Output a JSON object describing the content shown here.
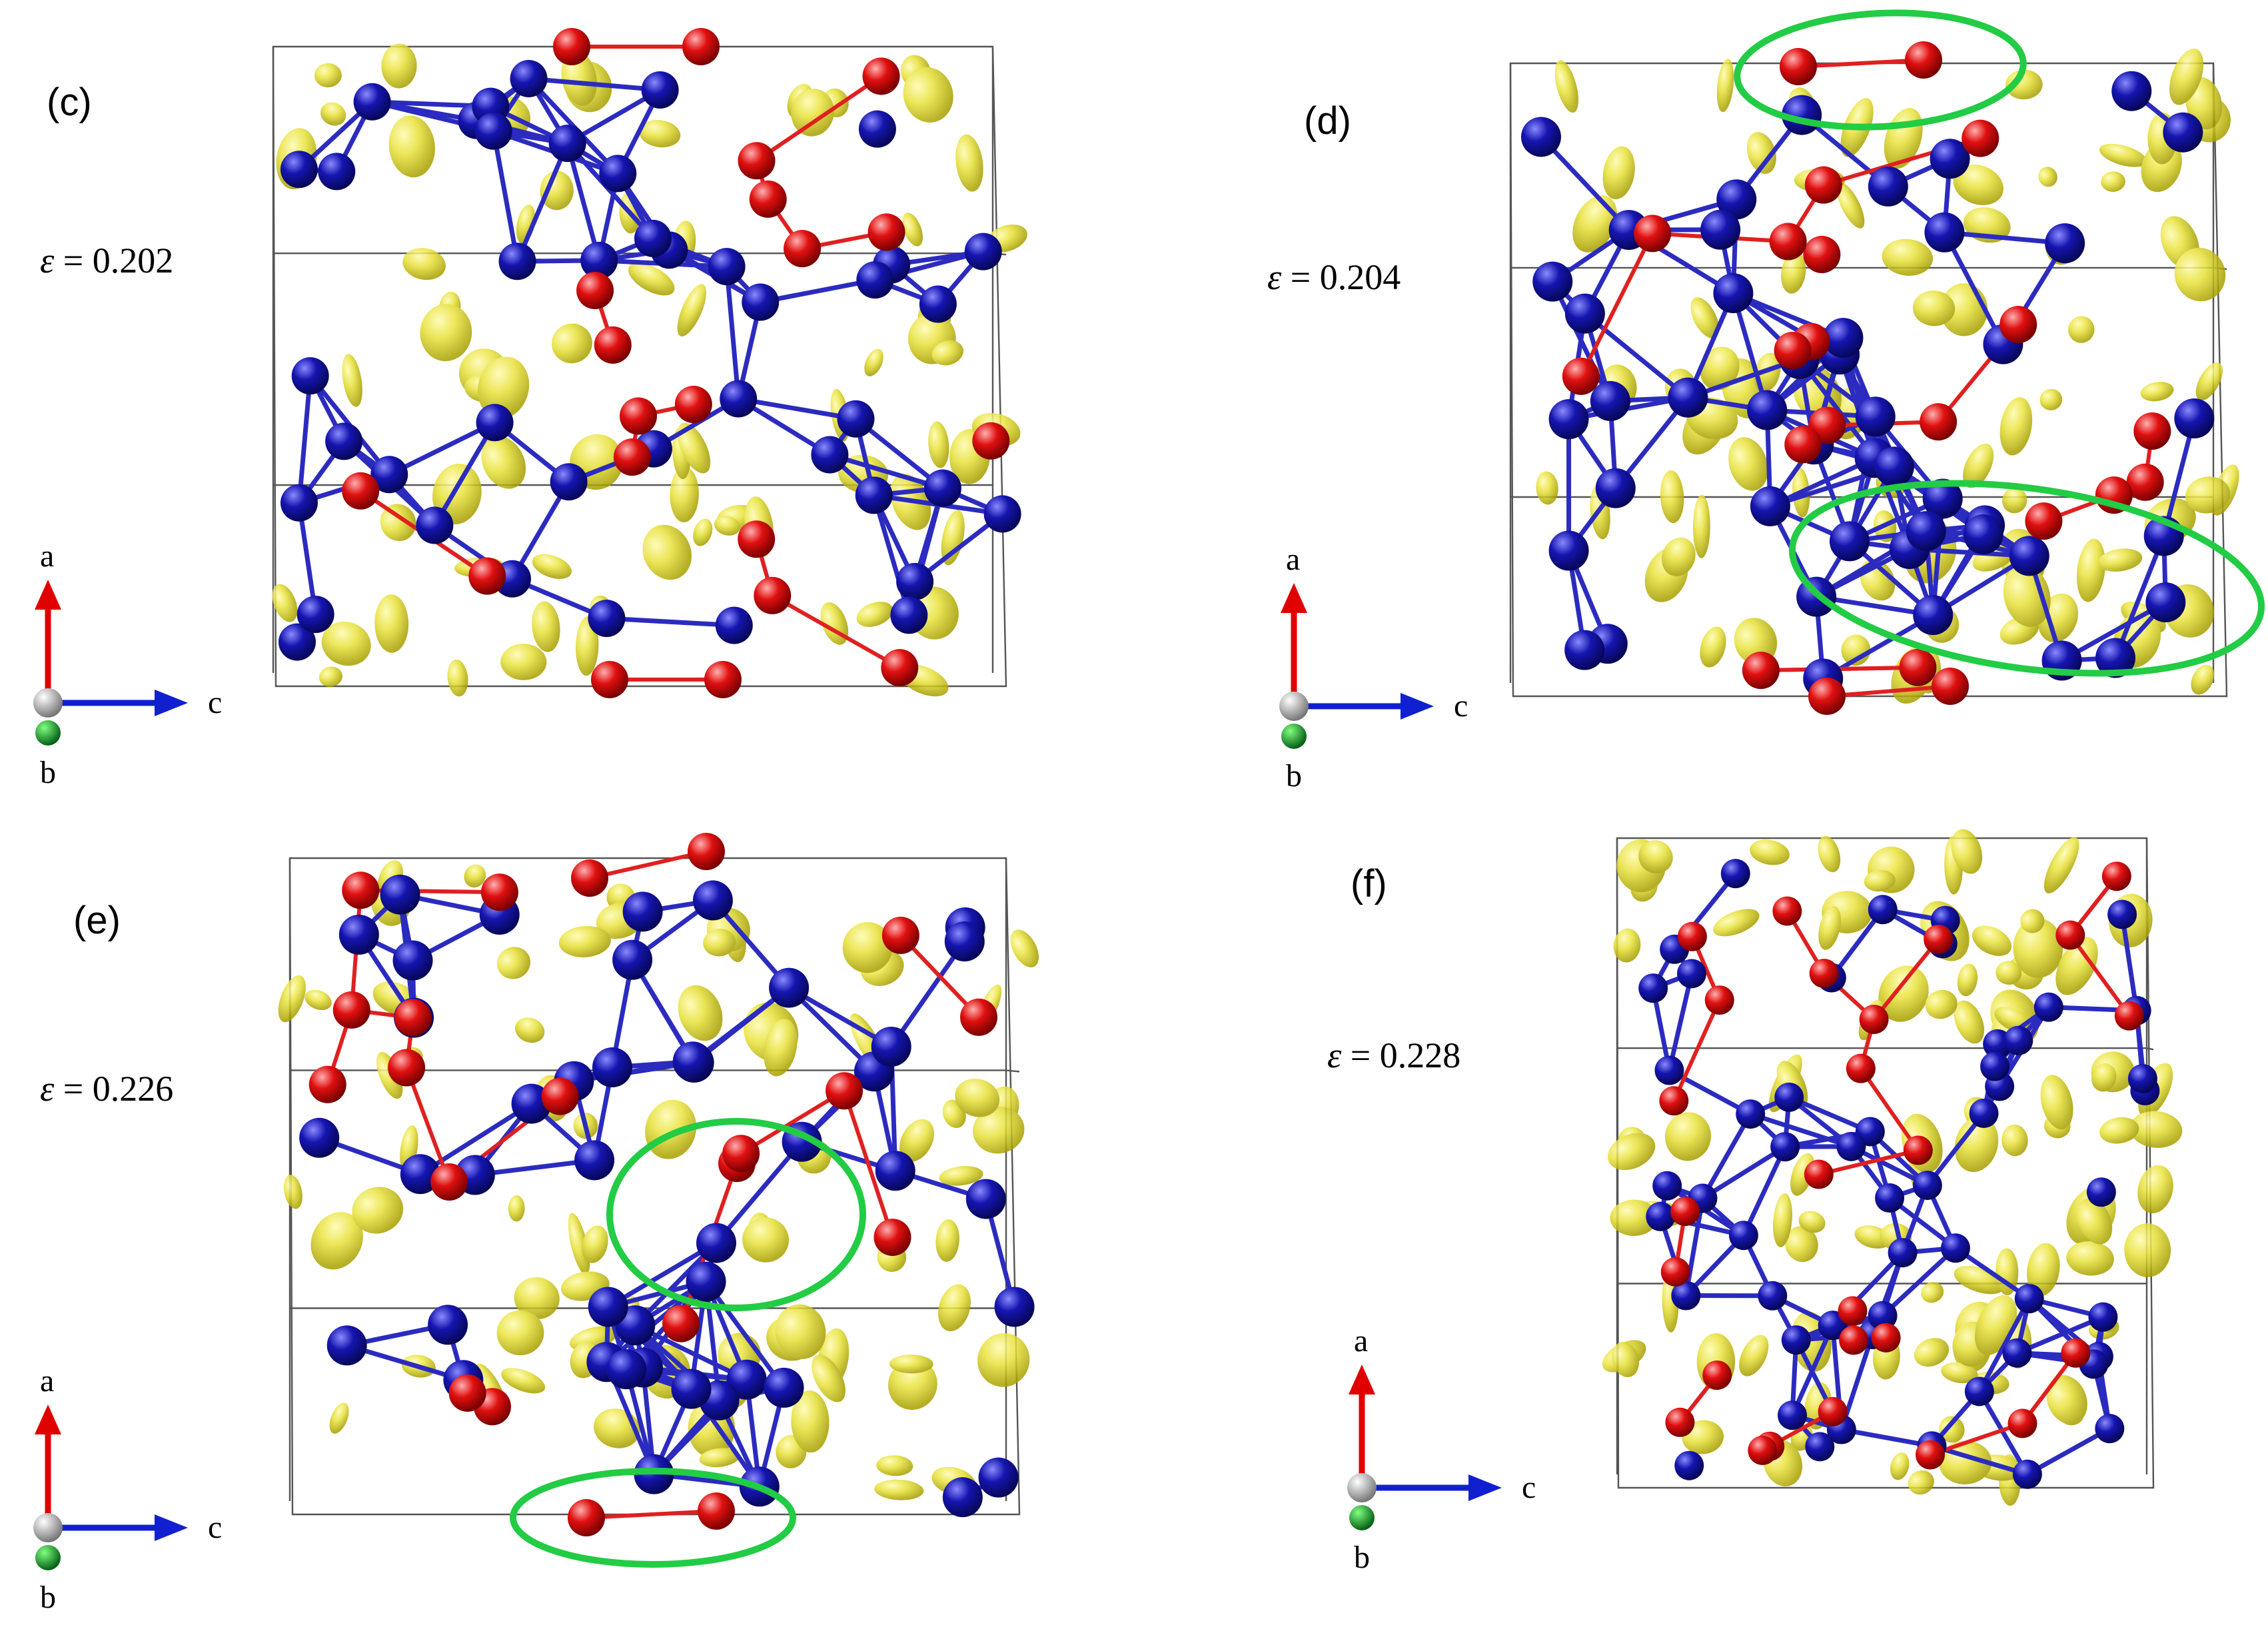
{
  "panels": [
    {
      "label": "(c)",
      "strain_symbol": "ε",
      "strain_eq": " = 0.202"
    },
    {
      "label": "(d)",
      "strain_symbol": "ε",
      "strain_eq": " = 0.204"
    },
    {
      "label": "(e)",
      "strain_symbol": "ε",
      "strain_eq": " = 0.226"
    },
    {
      "label": "(f)",
      "strain_symbol": "ε",
      "strain_eq": " = 0.228"
    }
  ],
  "axes": {
    "a": "a",
    "b": "b",
    "c": "c"
  },
  "colors": {
    "atom_blue": "#1515b0",
    "atom_red": "#e01010",
    "isosurface_yellow": "#e8e23a",
    "bond_blue": "#2b2bc0",
    "bond_red": "#e02020",
    "highlight_green": "#22cc44",
    "axis_a_red": "#e00000",
    "axis_c_blue": "#1020d0",
    "axis_b_green": "#10a020",
    "cell_edges": "#555555"
  }
}
